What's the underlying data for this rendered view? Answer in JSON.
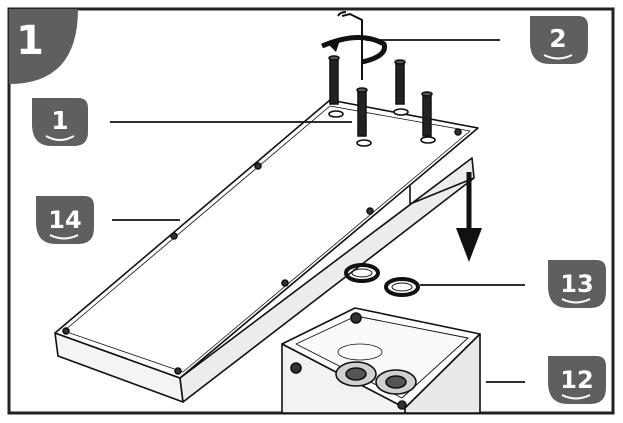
{
  "step": {
    "number": "1"
  },
  "callouts": [
    {
      "id": "c1",
      "label": "1"
    },
    {
      "id": "c2",
      "label": "2"
    },
    {
      "id": "c14",
      "label": "14"
    },
    {
      "id": "c13",
      "label": "13"
    },
    {
      "id": "c12",
      "label": "12"
    }
  ],
  "colors": {
    "badge": "#5f5f5f",
    "line": "#111111",
    "frame": "#222222",
    "fill": "#ffffff"
  }
}
